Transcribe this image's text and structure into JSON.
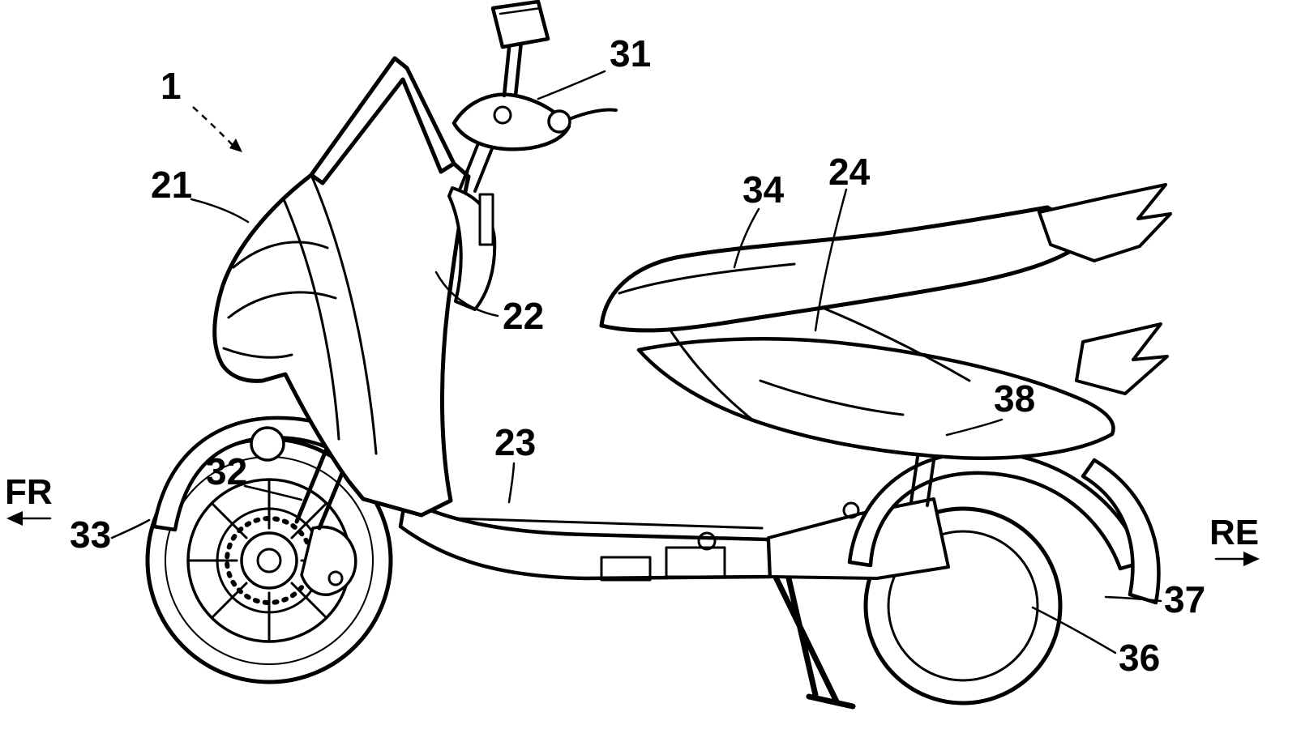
{
  "figure": {
    "background_color": "#ffffff",
    "line_color": "#000000"
  },
  "labels": {
    "l1": "1",
    "l21": "21",
    "l22": "22",
    "l23": "23",
    "l24": "24",
    "l31": "31",
    "l32": "32",
    "l33": "33",
    "l34": "34",
    "l36": "36",
    "l37": "37",
    "l38": "38"
  },
  "direction": {
    "front": "FR",
    "rear": "RE"
  }
}
